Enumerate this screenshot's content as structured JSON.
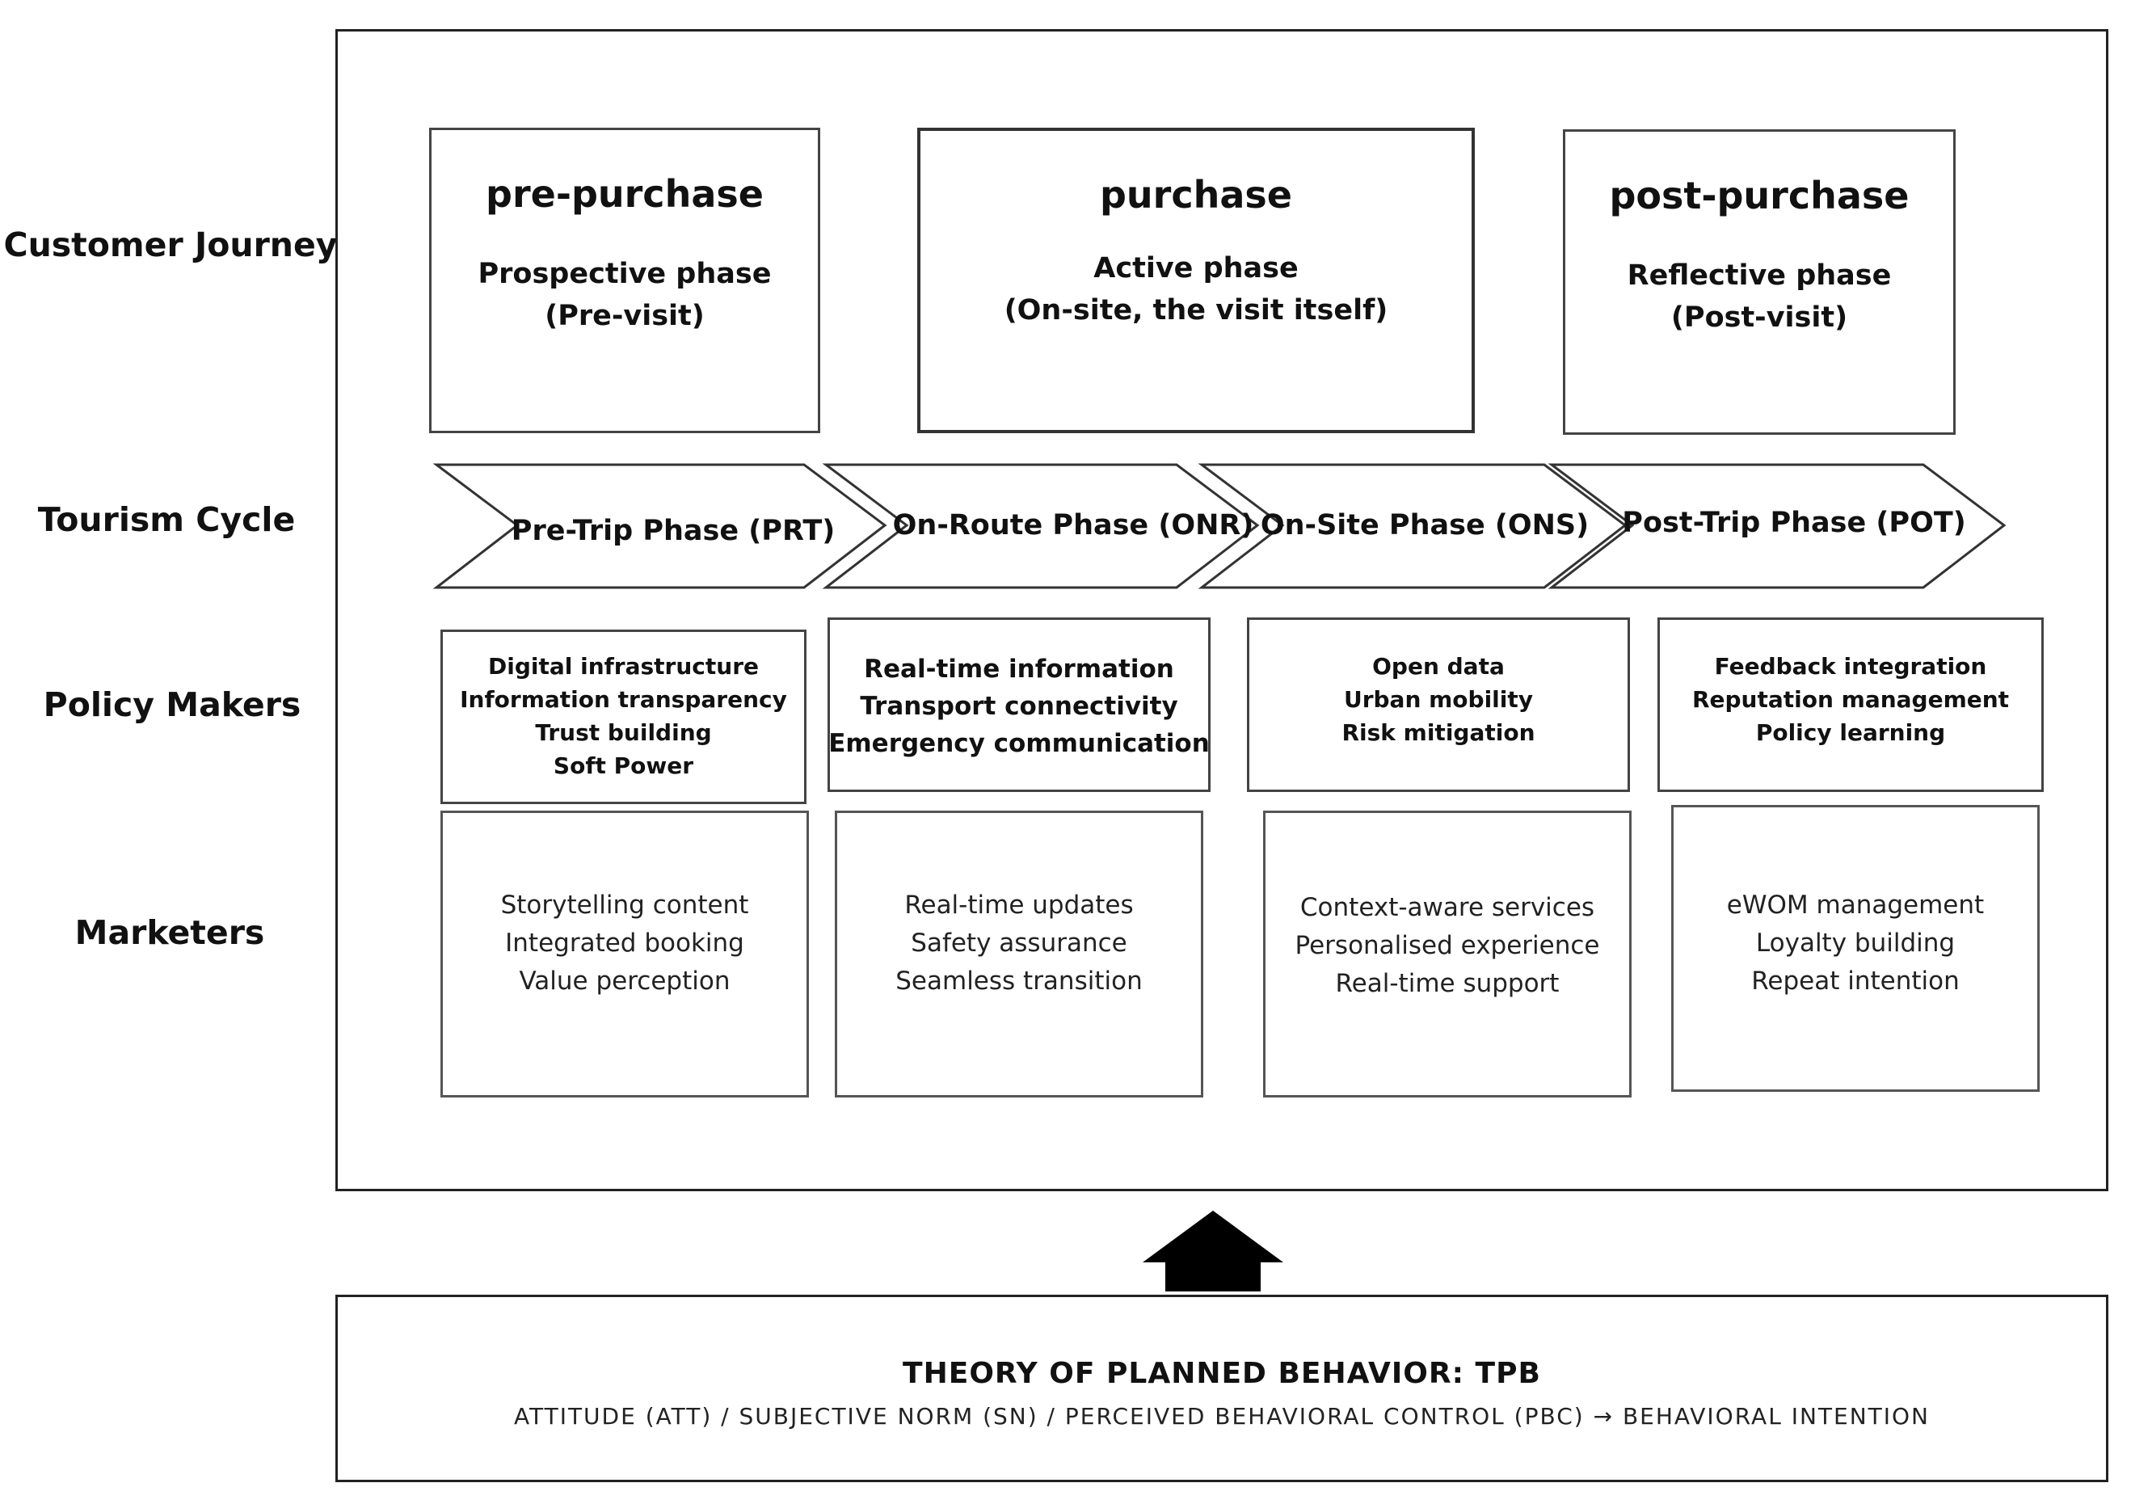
{
  "row_labels": {
    "customer_journey": "Customer Journey",
    "tourism_cycle": "Tourism Cycle",
    "policy_makers": "Policy Makers",
    "marketers": "Marketers"
  },
  "customer_journey": [
    {
      "title": "pre-purchase",
      "phase": "Prospective phase",
      "detail": "(Pre-visit)"
    },
    {
      "title": "purchase",
      "phase": "Active phase",
      "detail": "(On-site, the visit itself)"
    },
    {
      "title": "post-purchase",
      "phase": "Reflective phase",
      "detail": "(Post-visit)"
    }
  ],
  "tourism_cycle": [
    "Pre-Trip Phase (PRT)",
    "On-Route Phase (ONR)",
    "On-Site Phase (ONS)",
    "Post-Trip Phase (POT)"
  ],
  "policy_makers": [
    [
      "Digital infrastructure",
      "Information transparency",
      "Trust building",
      "Soft Power"
    ],
    [
      "Real-time information",
      "Transport connectivity",
      "Emergency communication"
    ],
    [
      "Open data",
      "Urban mobility",
      "Risk mitigation"
    ],
    [
      "Feedback integration",
      "Reputation management",
      "Policy learning"
    ]
  ],
  "marketers": [
    [
      "Storytelling content",
      "Integrated booking",
      "Value perception"
    ],
    [
      "Real-time updates",
      "Safety assurance",
      "Seamless transition"
    ],
    [
      "Context-aware services",
      "Personalised experience",
      "Real-time support"
    ],
    [
      "eWOM management",
      "Loyalty building",
      "Repeat intention"
    ]
  ],
  "tpb": {
    "title": "THEORY OF PLANNED BEHAVIOR: TPB",
    "subtitle": "ATTITUDE (ATT) / SUBJECTIVE NORM (SN) / PERCEIVED BEHAVIORAL CONTROL (PBC) → BEHAVIORAL INTENTION"
  }
}
